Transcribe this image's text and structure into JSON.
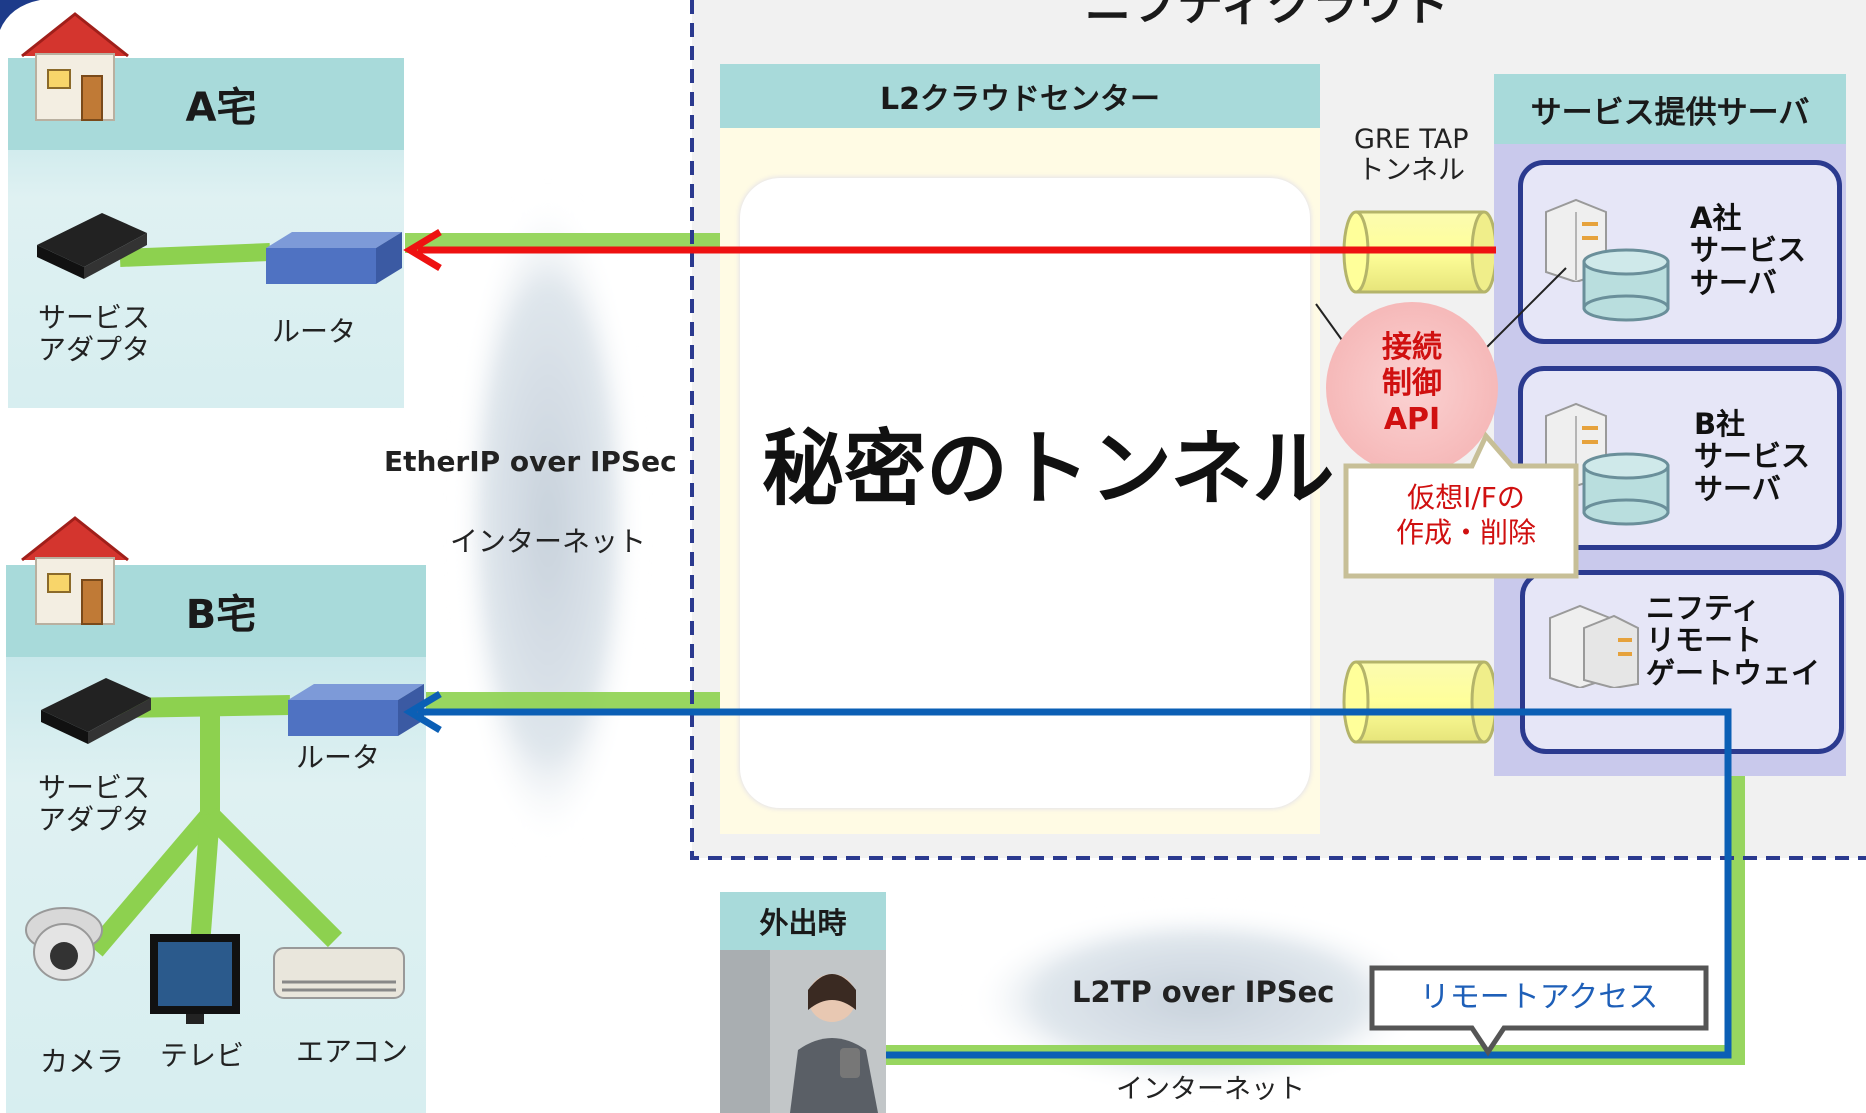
{
  "cloud": {
    "title": "ニフティクラウド"
  },
  "home_a": {
    "title": "A宅",
    "devices": {
      "adapter": "サービス\nアダプタ",
      "router": "ルータ"
    }
  },
  "home_b": {
    "title": "B宅",
    "devices": {
      "adapter": "サービス\nアダプタ",
      "router": "ルータ",
      "camera": "カメラ",
      "tv": "テレビ",
      "aircon": "エアコン"
    }
  },
  "internet_mid": {
    "protocol": "EtherIP over IPSec",
    "label": "インターネット"
  },
  "l2center": {
    "title": "L2クラウドセンター",
    "tunnel_text": "秘密のトンネル"
  },
  "gre": {
    "label": "GRE TAP\nトンネル"
  },
  "api": {
    "label": "接続\n制御\nAPI"
  },
  "callout": {
    "text": "仮想I/Fの\n作成・削除"
  },
  "service": {
    "title": "サービス提供サーバ",
    "servers": [
      {
        "label": "A社\nサービス\nサーバ"
      },
      {
        "label": "B社\nサービス\nサーバ"
      },
      {
        "label": "ニフティ\nリモート\nゲートウェイ"
      }
    ]
  },
  "outside": {
    "title": "外出時"
  },
  "internet_bottom": {
    "protocol": "L2TP over IPSec",
    "label": "インターネット"
  },
  "remote": {
    "label": "リモートアクセス"
  },
  "colors": {
    "green": "#8dd14f",
    "red": "#ee1111",
    "blue": "#0b5fb5",
    "header": "#a8dada",
    "navy": "#2b3a8f",
    "api_red": "#d01010"
  }
}
